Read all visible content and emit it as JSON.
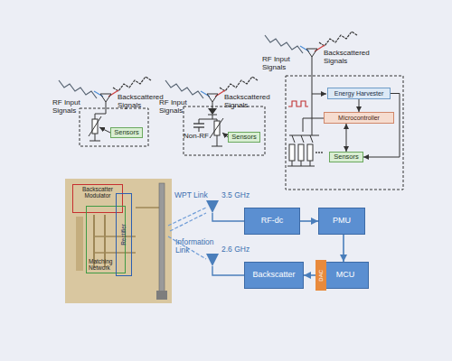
{
  "diagram": {
    "nodes": [
      {
        "text": [
          "Sensors"
        ]
      },
      {
        "text": [
          "Sensors"
        ]
      },
      {
        "text": [
          "Energy Harvester"
        ]
      },
      {
        "text": [
          "Microcontroller"
        ]
      },
      {
        "text": [
          "Sensors"
        ]
      },
      {
        "text": [
          "Backscatter Modulator"
        ]
      },
      {
        "text": [
          "Matching Network"
        ]
      },
      {
        "text": [
          "Rectifier"
        ]
      },
      {
        "text": [
          "RF-dc"
        ]
      },
      {
        "text": [
          "PMU"
        ]
      },
      {
        "text": [
          "Backscatter"
        ]
      },
      {
        "text": [
          "MCU"
        ]
      },
      {
        "text": [
          "DAC"
        ]
      }
    ],
    "edges": [
      {
        "from": 2,
        "to": 3,
        "arrow": "to"
      },
      {
        "from": 3,
        "to": 4,
        "arrow": "both"
      },
      {
        "from": 2,
        "to": 4,
        "arrow": "to"
      },
      {
        "from": 8,
        "to": 9,
        "arrow": "to"
      },
      {
        "from": 9,
        "to": 11,
        "arrow": "to"
      },
      {
        "from": 12,
        "to": 10,
        "arrow": "to"
      }
    ],
    "labels": [
      "RF Input Signals",
      "Backscattered Signals",
      "RF Input Signals",
      "Backscattered Signals",
      "RF Input Signals",
      "Backscattered Signals",
      "WPT Link",
      "3.5 GHz",
      "Information Link",
      "2.6 GHz",
      "Non-RF"
    ]
  }
}
